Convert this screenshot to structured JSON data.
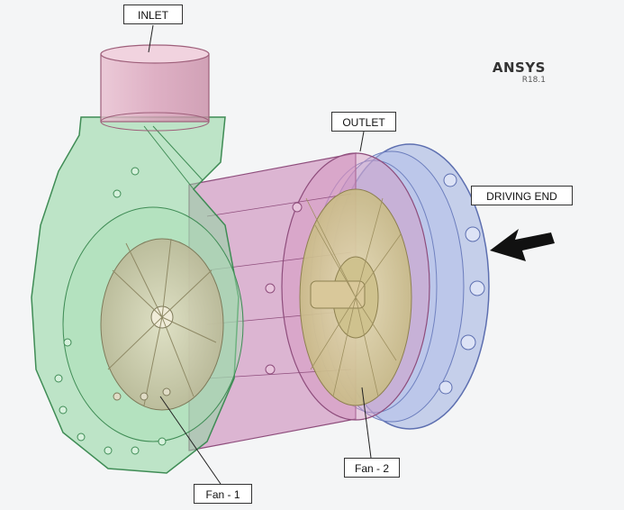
{
  "labels": {
    "inlet": "INLET",
    "outlet": "OUTLET",
    "driving_end": "DRIVING END",
    "fan1": "Fan - 1",
    "fan2": "Fan - 2"
  },
  "brand": {
    "name": "ANSYS",
    "version": "R18.1"
  },
  "colors": {
    "inlet_pipe": "#d9a0b8",
    "volute_green": "#8fd6a0",
    "casing_pink": "#c97fb4",
    "outlet_blue": "#9eaee0",
    "fan_beige": "#d8cfa0",
    "arrow": "#111111"
  }
}
